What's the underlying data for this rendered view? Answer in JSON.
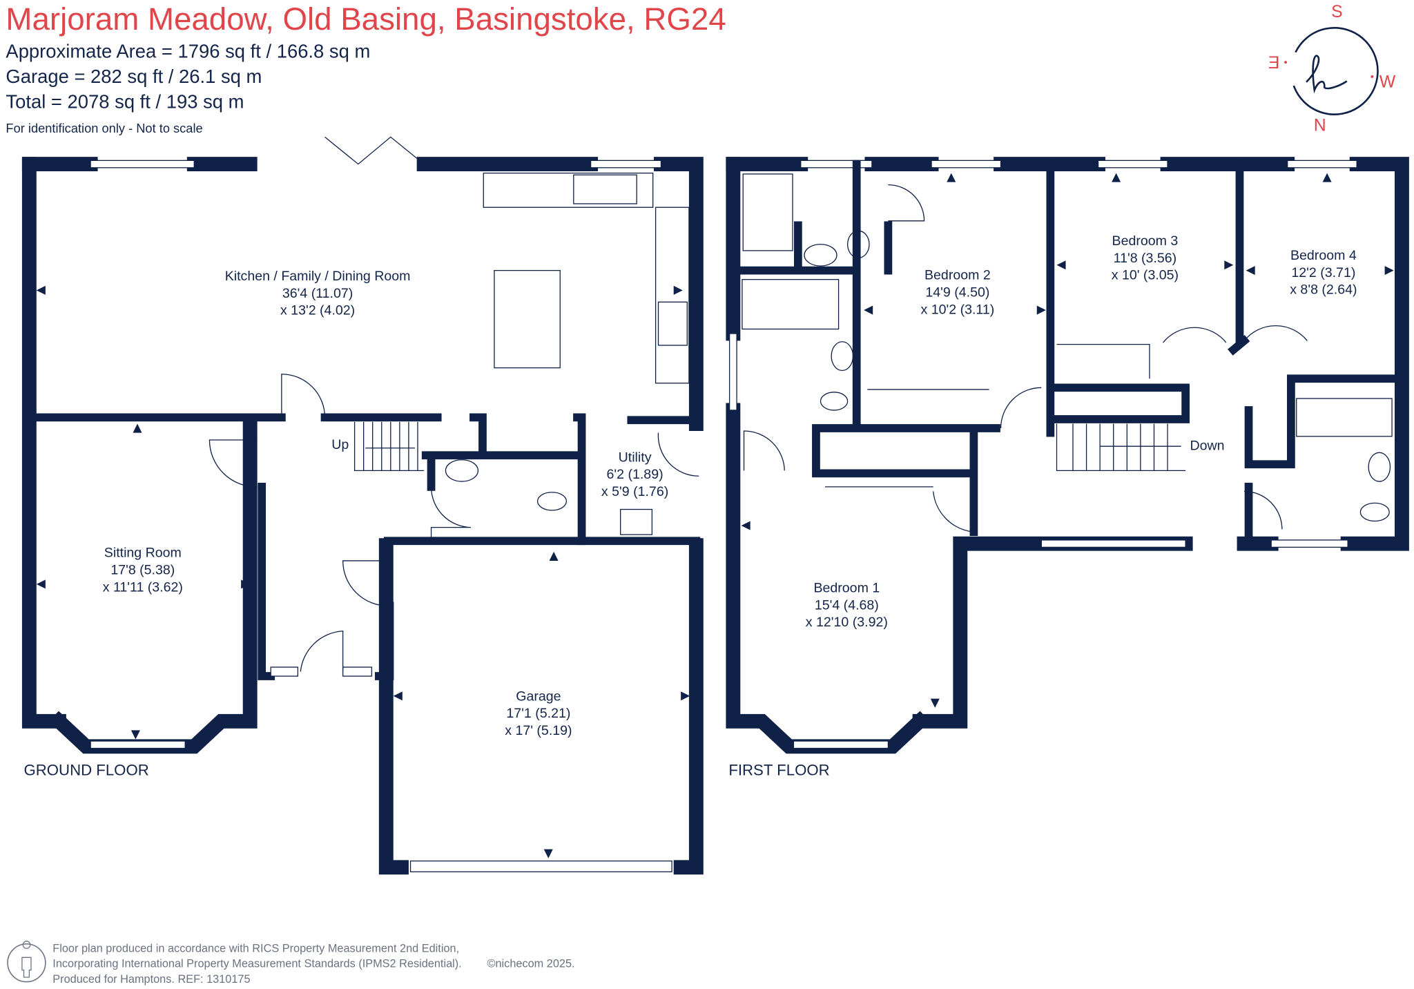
{
  "header": {
    "title": "Marjoram Meadow, Old Basing, Basingstoke, RG24",
    "area": "Approximate Area = 1796 sq ft / 166.8 sq m",
    "garage": "Garage = 282 sq ft / 26.1 sq m",
    "total": "Total = 2078 sq ft / 193 sq m",
    "disclaimer": "For identification only - Not to scale"
  },
  "compass": {
    "n": "N",
    "s": "S",
    "e": "E",
    "w": "W",
    "logo_letter": "h"
  },
  "ground_floor": {
    "label": "GROUND FLOOR",
    "stairs_label": "Up",
    "rooms": [
      {
        "name": "Kitchen / Family / Dining Room",
        "dim1": "36'4 (11.07)",
        "dim2": "x 13'2 (4.02)"
      },
      {
        "name": "Sitting Room",
        "dim1": "17'8 (5.38)",
        "dim2": "x 11'11 (3.62)"
      },
      {
        "name": "Utility",
        "dim1": "6'2 (1.89)",
        "dim2": "x 5'9 (1.76)"
      },
      {
        "name": "Garage",
        "dim1": "17'1 (5.21)",
        "dim2": "x 17' (5.19)"
      }
    ]
  },
  "first_floor": {
    "label": "FIRST FLOOR",
    "stairs_label": "Down",
    "rooms": [
      {
        "name": "Bedroom 1",
        "dim1": "15'4 (4.68)",
        "dim2": "x 12'10 (3.92)"
      },
      {
        "name": "Bedroom 2",
        "dim1": "14'9 (4.50)",
        "dim2": "x 10'2 (3.11)"
      },
      {
        "name": "Bedroom 3",
        "dim1": "11'8 (3.56)",
        "dim2": "x 10' (3.05)"
      },
      {
        "name": "Bedroom 4",
        "dim1": "12'2 (3.71)",
        "dim2": "x 8'8 (2.64)"
      }
    ]
  },
  "footer": {
    "line1": "Floor plan produced in accordance with RICS Property Measurement 2nd Edition,",
    "line2": "Incorporating International Property Measurement Standards (IPMS2 Residential).",
    "copyright": "©nichecom 2025.",
    "line3": "Produced for Hamptons.  REF: 1310175"
  },
  "colors": {
    "walls": "#0f2147",
    "title": "#e0454a"
  }
}
